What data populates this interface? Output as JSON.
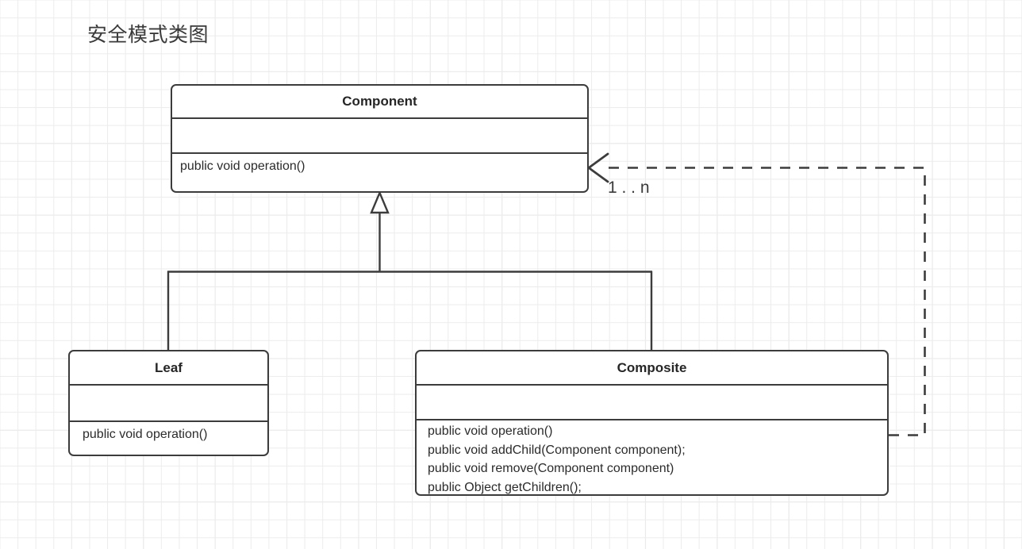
{
  "diagram": {
    "title": "安全模式类图",
    "background": "#ffffff",
    "grid_color": "#ececec",
    "line_color": "#3c3c3c",
    "text_color": "#2b2b2b"
  },
  "classes": {
    "component": {
      "name": "Component",
      "attributes": [],
      "operations": [
        "public void operation()"
      ]
    },
    "leaf": {
      "name": "Leaf",
      "attributes": [],
      "operations": [
        "public void operation()"
      ]
    },
    "composite": {
      "name": "Composite",
      "attributes": [],
      "operations": [
        "public void operation()",
        "public void addChild(Component component);",
        "public void remove(Component component)",
        "public Object getChildren();"
      ]
    }
  },
  "relationships": {
    "generalization_leaf_to_component": {
      "type": "generalization",
      "from": "Leaf",
      "to": "Component",
      "arrowhead": "hollow-triangle",
      "line_style": "solid"
    },
    "generalization_composite_to_component": {
      "type": "generalization",
      "from": "Composite",
      "to": "Component",
      "arrowhead": "hollow-triangle",
      "line_style": "solid"
    },
    "aggregation_composite_to_component": {
      "type": "dependency",
      "from": "Composite",
      "to": "Component",
      "arrowhead": "open-arrow",
      "line_style": "dashed",
      "multiplicity": "1 . . n"
    }
  }
}
